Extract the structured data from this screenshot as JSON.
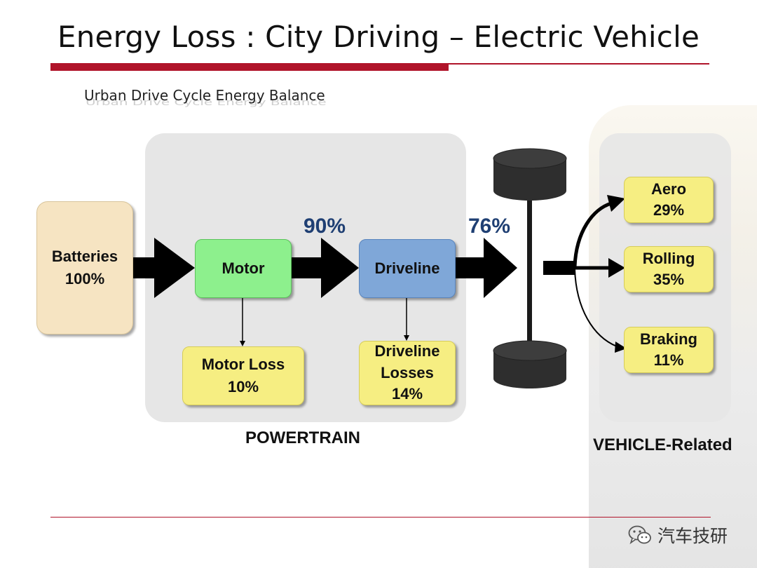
{
  "slide": {
    "title": "Energy Loss : City Driving – Electric Vehicle",
    "subtitle": "Urban Drive Cycle Energy Balance"
  },
  "diagram": {
    "batteries": {
      "name": "Batteries",
      "value": "100%"
    },
    "motor": {
      "name": "Motor"
    },
    "driveline": {
      "name": "Driveline"
    },
    "motor_loss": {
      "name": "Motor Loss",
      "value": "10%"
    },
    "driveline_losses": {
      "name_line1": "Driveline",
      "name_line2": "Losses",
      "value": "14%"
    },
    "flow_after_motor": "90%",
    "flow_after_driveline": "76%",
    "vehicle_losses": [
      {
        "name": "Aero",
        "value": "29%"
      },
      {
        "name": "Rolling",
        "value": "35%"
      },
      {
        "name": "Braking",
        "value": "11%"
      }
    ],
    "groups": {
      "powertrain": "POWERTRAIN",
      "vehicle": "VEHICLE-Related"
    }
  },
  "watermark": {
    "text": "汽车技研",
    "icon": "wechat-icon"
  },
  "colors": {
    "accent_red": "#b0142a",
    "batteries": "#f6e4c2",
    "motor": "#8df08d",
    "driveline": "#7fa7d8",
    "loss_boxes": "#f6ee82",
    "percent_text": "#1f3f73"
  }
}
